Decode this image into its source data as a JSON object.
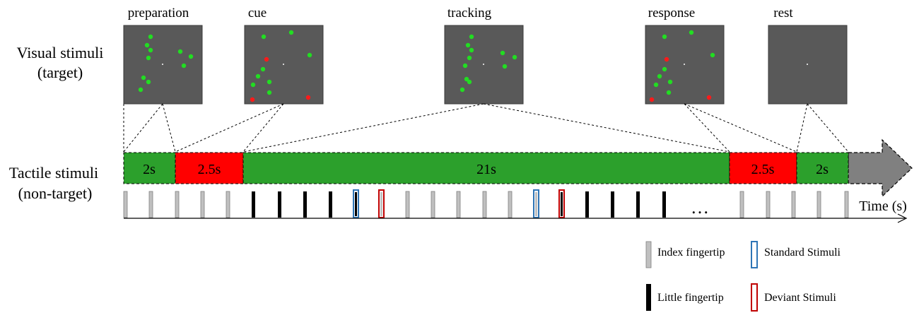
{
  "visual": {
    "row_label_line1": "Visual stimuli",
    "row_label_line2": "(target)",
    "panels": [
      {
        "name": "preparation",
        "label": "preparation"
      },
      {
        "name": "cue",
        "label": "cue"
      },
      {
        "name": "tracking",
        "label": "tracking"
      },
      {
        "name": "response",
        "label": "response"
      },
      {
        "name": "rest",
        "label": "rest"
      }
    ]
  },
  "tactile": {
    "row_label_line1": "Tactile stimuli",
    "row_label_line2": "(non-target)",
    "segments": [
      {
        "label": "2s",
        "color": "#2ca02c",
        "kind": "green"
      },
      {
        "label": "2.5s",
        "color": "#ff0000",
        "kind": "red"
      },
      {
        "label": "21s",
        "color": "#2ca02c",
        "kind": "green"
      },
      {
        "label": "2.5s",
        "color": "#ff0000",
        "kind": "red"
      },
      {
        "label": "2s",
        "color": "#2ca02c",
        "kind": "green"
      }
    ],
    "arrow_color": "#808080",
    "ellipsis": "…",
    "time_axis_label": "Time (s)"
  },
  "legend": {
    "index": "Index fingertip",
    "little": "Little fingertip",
    "standard": "Standard Stimuli",
    "deviant": "Deviant Stimuli",
    "colors": {
      "index": "#c0c0c0",
      "little": "#000000",
      "standard": "#2e75b6",
      "deviant": "#c00000"
    }
  }
}
